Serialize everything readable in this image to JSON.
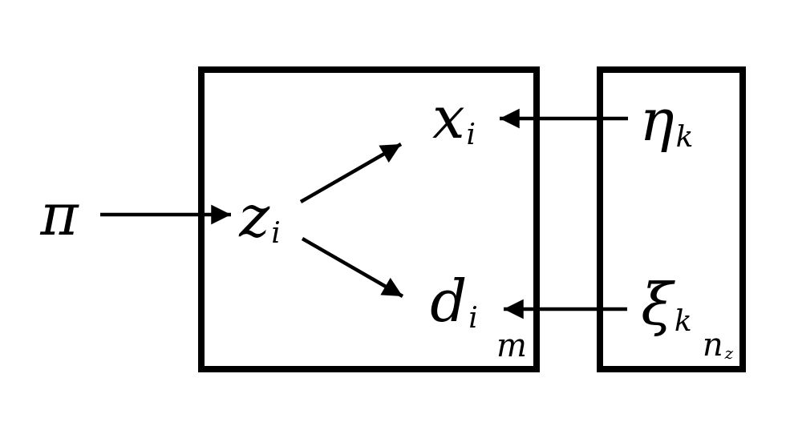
{
  "diagram": {
    "kind": "graphical-model-plate-notation",
    "colors": {
      "ink": "#000000",
      "background": "#ffffff"
    },
    "nodes": {
      "pi": {
        "main": "π",
        "sub": ""
      },
      "z": {
        "main": "z",
        "sub": "i"
      },
      "x": {
        "main": "x",
        "sub": "i"
      },
      "d": {
        "main": "d",
        "sub": "i"
      },
      "eta": {
        "main": "η",
        "sub": "k"
      },
      "xi": {
        "main": "ξ",
        "sub": "k"
      }
    },
    "plates": {
      "data_plate": {
        "index_main": "m",
        "index_sub": ""
      },
      "component_plate": {
        "index_main": "n",
        "index_sub": "z"
      }
    },
    "edges": [
      {
        "from": "pi",
        "to": "z"
      },
      {
        "from": "z",
        "to": "x"
      },
      {
        "from": "z",
        "to": "d"
      },
      {
        "from": "eta",
        "to": "x"
      },
      {
        "from": "xi",
        "to": "d"
      }
    ]
  }
}
